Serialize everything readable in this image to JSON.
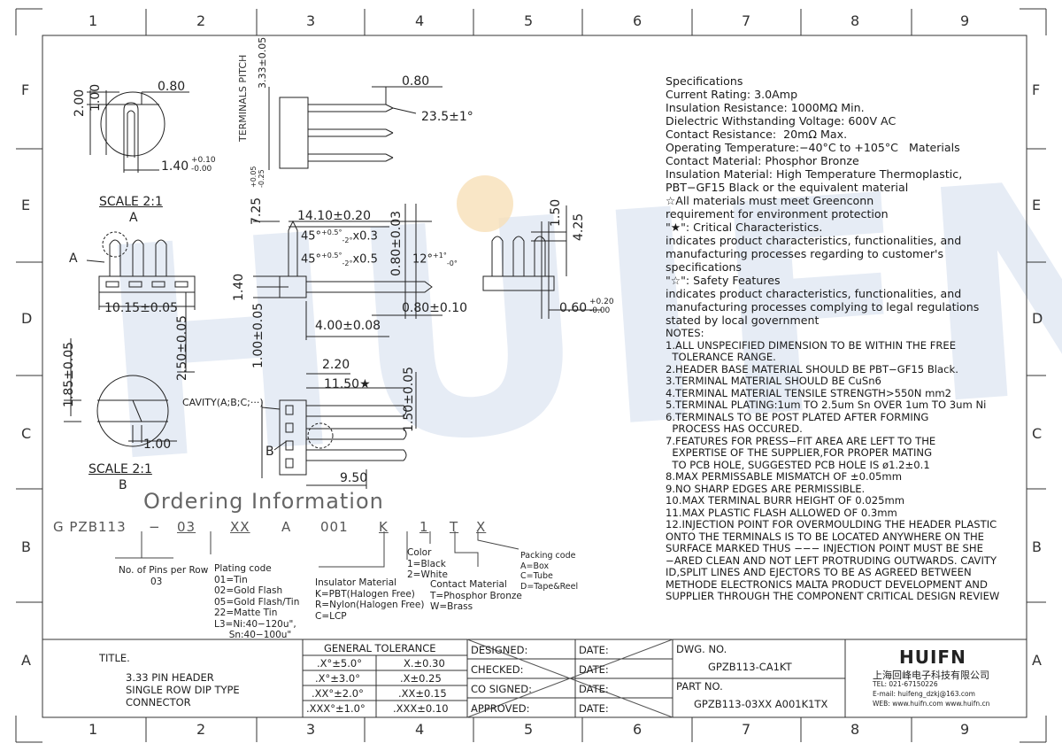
{
  "frame": {
    "col_numbers": [
      "1",
      "2",
      "3",
      "4",
      "5",
      "6",
      "7",
      "8",
      "9"
    ],
    "row_letters": [
      "F",
      "E",
      "D",
      "C",
      "B",
      "A"
    ]
  },
  "watermark": "HUIFN",
  "drawing": {
    "terminals_pitch_label": "TERMINALS PITCH",
    "terminals_pitch_dim": "3.33±0.05",
    "scale_a_label": "SCALE 2:1",
    "scale_a_letter": "A",
    "scale_b_label": "SCALE 2:1",
    "scale_b_letter": "B",
    "cavity_label": "CAVITY(A;B;C;···)",
    "callout_a": "A",
    "callout_b": "B",
    "dims": {
      "d_200": "2.00",
      "d_100": "1.00",
      "d_080_top": "0.80",
      "d_140": "1.40",
      "d_140_tol_up": "+0.10",
      "d_140_tol_dn": "-0.00",
      "d_1015": "10.15±0.05",
      "d_250": "2.50±0.05",
      "d_185": "1.85±0.05",
      "d_100b": "1.00",
      "d_080_side": "0.80",
      "d_235": "23.5±1°",
      "d_725": "7.25",
      "d_725_up": "+0.05",
      "d_725_dn": "-0.25",
      "d_1410": "14.10±0.20",
      "d_45a": "45°",
      "d_45a_up": "+0.5°",
      "d_45a_dn": "-2°",
      "d_45a_x": "x0.3",
      "d_45b": "45°",
      "d_45b_up": "+0.5°",
      "d_45b_dn": "-2°",
      "d_45b_x": "x0.5",
      "d_080_003": "0.80±0.03",
      "d_12": "12°",
      "d_12_up": "+1°",
      "d_12_dn": "-0°",
      "d_140c": "1.40",
      "d_100_005": "1.00±0.05",
      "d_400": "4.00±0.08",
      "d_080_010": "0.80±0.10",
      "d_150": "1.50",
      "d_425": "4.25",
      "d_060": "0.60",
      "d_060_up": "+0.20",
      "d_060_dn": "-0.00",
      "d_220": "2.20",
      "d_1150": "11.50★",
      "d_150_005": "1.50±0.05",
      "d_950": "9.50"
    }
  },
  "specs": {
    "lines": [
      "Specifications",
      "Current Rating: 3.0Amp",
      "Insulation Resistance: 1000MΩ Min.",
      "Dielectric Withstanding Voltage: 600V AC",
      "Contact Resistance:  20mΩ Max.",
      "Operating Temperature:−40°C to +105°C   Materials",
      "Contact Material: Phosphor Bronze",
      "Insulation Material: High Temperature Thermoplastic,",
      "PBT−GF15 Black or the equivalent material",
      "☆All materials must meet Greenconn",
      "requirement for environment protection",
      "\"★\": Critical Characteristics.",
      "indicates product characteristics, functionalities, and",
      "manufacturing processes regarding to customer's",
      "specifications",
      "\"☆\": Safety Features",
      "indicates product characteristics, functionalities, and",
      "manufacturing processes complying to legal regulations",
      "stated by local government"
    ]
  },
  "notes": {
    "lines": [
      "NOTES:",
      "1.ALL UNSPECIFIED DIMENSION TO BE WITHIN THE FREE",
      "  TOLERANCE RANGE.",
      "2.HEADER BASE MATERIAL SHOULD BE PBT−GF15 Black.",
      "3.TERMINAL MATERIAL SHOULD BE CuSn6",
      "4.TERMINAL MATERIAL TENSILE STRENGTH>550N mm2",
      "5.TERMINAL PLATING:1um TO 2.5um Sn OVER 1um TO 3um Ni",
      "6.TERMINALS TO BE POST PLATED AFTER FORMING",
      "  PROCESS HAS OCCURED.",
      "7.FEATURES FOR PRESS−FIT AREA ARE LEFT TO THE",
      "  EXPERTISE OF THE SUPPLIER,FOR PROPER MATING",
      "  TO PCB HOLE, SUGGESTED PCB HOLE IS ø1.2±0.1",
      "8.MAX PERMISSABLE MISMATCH OF ±0.05mm",
      "9.NO SHARP EDGES ARE PERMISSIBLE.",
      "10.MAX TERMINAL BURR HEIGHT OF 0.025mm",
      "11.MAX PLASTIC FLASH ALLOWED OF 0.3mm",
      "12.INJECTION POINT FOR OVERMOULDING THE HEADER PLASTIC",
      "ONTO THE TERMINALS IS TO BE LOCATED ANYWHERE ON THE",
      "SURFACE MARKED THUS −−− INJECTION POINT MUST BE SHE",
      "−ARED CLEAN AND NOT LEFT PROTRUDING OUTWARDS. CAVITY",
      "ID,SPLIT LINES AND EJECTORS TO BE AS AGREED BETWEEN",
      "METHODE ELECTRONICS MALTA PRODUCT DEVELOPMENT AND",
      "SUPPLIER THROUGH THE COMPONENT CRITICAL DESIGN REVIEW"
    ]
  },
  "ordering": {
    "title": "Ordering Information",
    "code_parts": [
      "G PZB113",
      "−",
      "03",
      "XX",
      "A",
      "001",
      "K",
      "1",
      "T",
      "X"
    ],
    "pins_label": "No. of Pins per Row",
    "pins_value": "03",
    "plating": "Plating code\n01=Tin\n02=Gold Flash\n05=Gold Flash/Tin\n22=Matte Tin\nL3=Ni:40−120u\",\n     Sn:40−100u\"",
    "insulator": "Insulator Material\nK=PBT(Halogen Free)\nR=Nylon(Halogen Free)\nC=LCP",
    "color": "Color\n1=Black\n2=White",
    "contact": "Contact Material\nT=Phosphor Bronze\nW=Brass",
    "packing": "Packing code\nA=Box\nC=Tube\nD=Tape&Reel"
  },
  "title_block": {
    "title_label": "TITLE.",
    "title_lines": [
      "3.33 PIN HEADER",
      "SINGLE ROW DIP TYPE",
      "CONNECTOR"
    ],
    "gen_tol_header": "GENERAL TOLERANCE",
    "tol_rows": [
      [
        ".X°±5.0°",
        "X.±0.30"
      ],
      [
        ".X°±3.0°",
        ".X±0.25"
      ],
      [
        ".XX°±2.0°",
        ".XX±0.15"
      ],
      [
        ".XXX°±1.0°",
        ".XXX±0.10"
      ]
    ],
    "sign_rows": [
      "DESIGNED:",
      "CHECKED:",
      "CO SIGNED:",
      "APPROVED:"
    ],
    "date_label": "DATE:",
    "dwg_no_label": "DWG. NO.",
    "dwg_no": "GPZB113-CA1KT",
    "part_no_label": "PART NO.",
    "part_no": "GPZB113-03XX A001K1TX",
    "company_logo": "HUIFN",
    "company_name": "上海回峰电子科技有限公司",
    "tel": "TEL: 021-67150226",
    "email": "E-mail: huifeng_dzkj@163.com",
    "web": "WEB: www.huifn.com  www.huifn.cn"
  }
}
